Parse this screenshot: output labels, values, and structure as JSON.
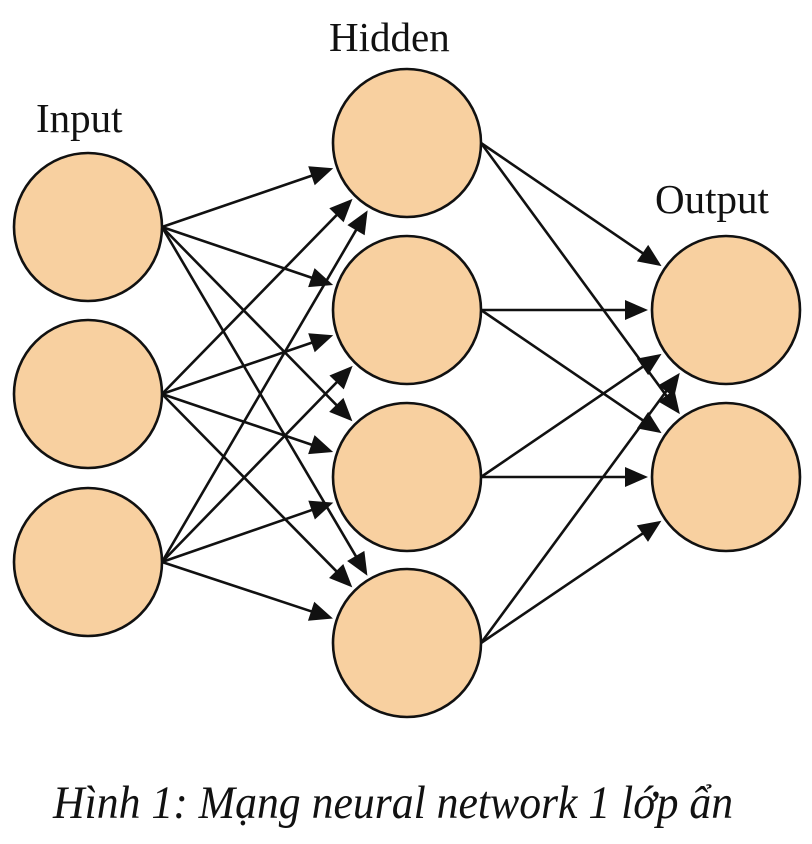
{
  "figure": {
    "type": "feed-forward neural network diagram",
    "caption": "Hình 1: Mạng neural network 1 lớp ẩn"
  },
  "layers": [
    {
      "name": "input",
      "label": "Input",
      "node_count": 3
    },
    {
      "name": "hidden",
      "label": "Hidden",
      "node_count": 4
    },
    {
      "name": "output",
      "label": "Output",
      "node_count": 2
    }
  ],
  "connections": "fully-connected between adjacent layers, directed left to right",
  "colors": {
    "node_fill": "#f8d0a0",
    "node_stroke": "#111111",
    "edge": "#111111",
    "text": "#111111",
    "background": "#ffffff"
  }
}
